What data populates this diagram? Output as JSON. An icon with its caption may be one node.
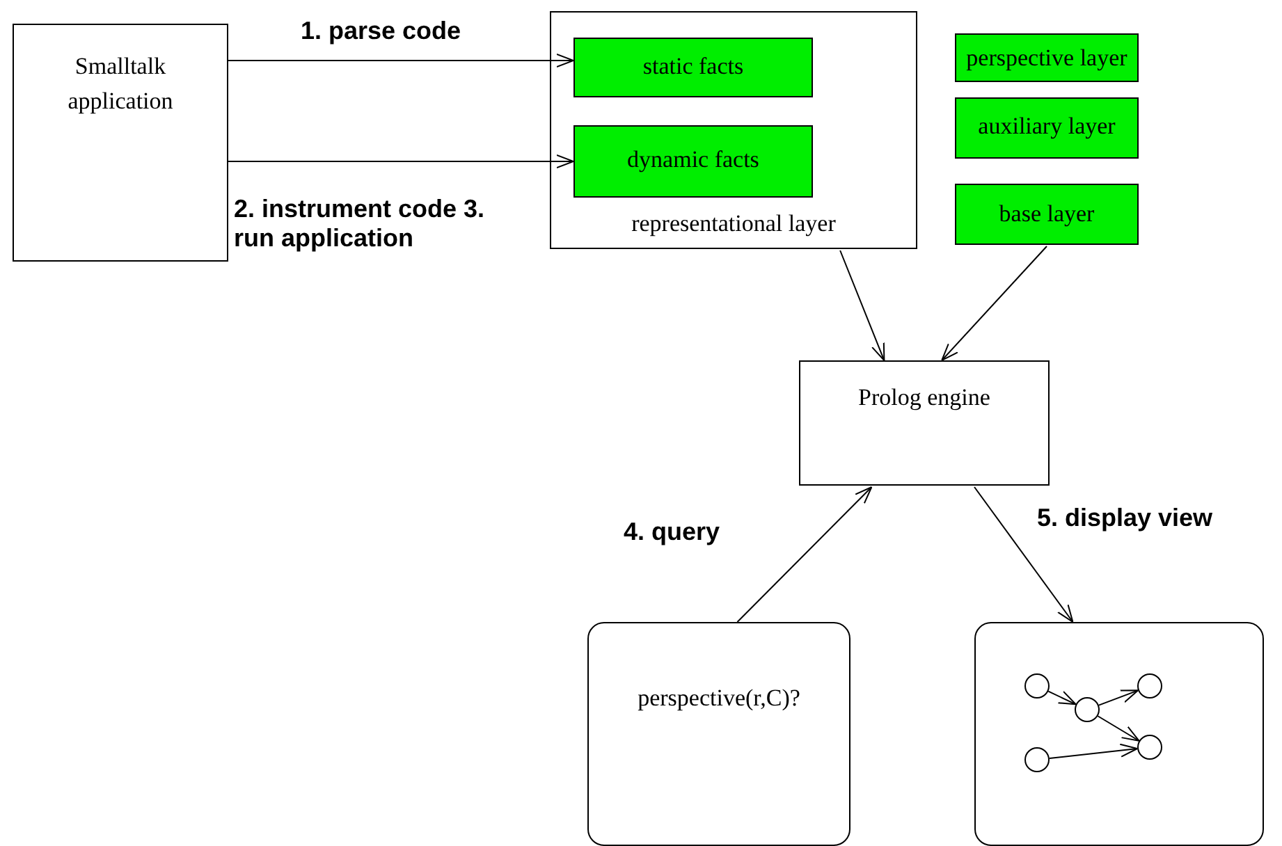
{
  "diagram": {
    "nodes": [
      {
        "text": [
          "Smalltalk application"
        ]
      },
      {
        "text": [
          "representational layer"
        ]
      },
      {
        "text": [
          "static facts"
        ],
        "in": 1
      },
      {
        "text": [
          "dynamic facts"
        ],
        "in": 1
      },
      {
        "text": [
          "perspective layer"
        ]
      },
      {
        "text": [
          "auxiliary layer"
        ]
      },
      {
        "text": [
          "base layer"
        ]
      },
      {
        "text": [
          "Prolog engine"
        ]
      },
      {
        "text": [
          "perspective(r,C)?"
        ]
      },
      {
        "text": [],
        "shape": "box"
      },
      {
        "text": [],
        "shape": "circle",
        "in": 9
      },
      {
        "text": [],
        "shape": "circle",
        "in": 9
      },
      {
        "text": [],
        "shape": "circle",
        "in": 9
      },
      {
        "text": [],
        "shape": "circle",
        "in": 9
      },
      {
        "text": [],
        "shape": "circle",
        "in": 9
      }
    ],
    "edges": [
      {
        "from": 0,
        "to": 2,
        "arrow": "to",
        "label": "1. parse code"
      },
      {
        "from": 0,
        "to": 3,
        "arrow": "to",
        "label": "2. instrument code 3. run application"
      },
      {
        "from": 1,
        "to": 7,
        "arrow": "to"
      },
      {
        "from": 6,
        "to": 7,
        "arrow": "to"
      },
      {
        "from": 8,
        "to": 7,
        "arrow": "to",
        "label": "4. query"
      },
      {
        "from": 7,
        "to": 9,
        "arrow": "to",
        "label": "5. display view"
      },
      {
        "from": 10,
        "to": 11,
        "arrow": "to"
      },
      {
        "from": 11,
        "to": 12,
        "arrow": "to"
      },
      {
        "from": 11,
        "to": 13,
        "arrow": "to"
      },
      {
        "from": 14,
        "to": 13,
        "arrow": "to"
      }
    ]
  }
}
